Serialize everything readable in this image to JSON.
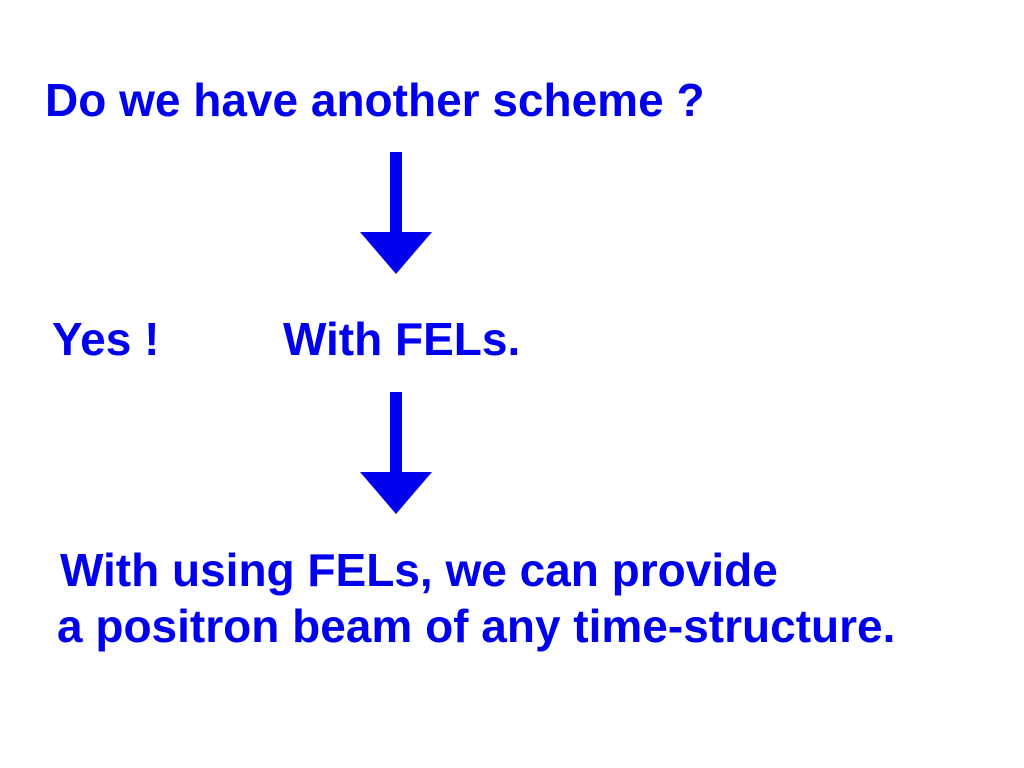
{
  "slide": {
    "question": "Do we have another scheme ?",
    "answer_yes": "Yes !",
    "answer_with": "With FELs.",
    "conclusion_line1": "With using FELs, we can provide",
    "conclusion_line2": "a positron beam of any time-structure."
  },
  "colors": {
    "text": "#0000ee",
    "arrow": "#0000ee",
    "background": "#ffffff"
  },
  "icons": {
    "arrow": "arrow-down-icon"
  }
}
